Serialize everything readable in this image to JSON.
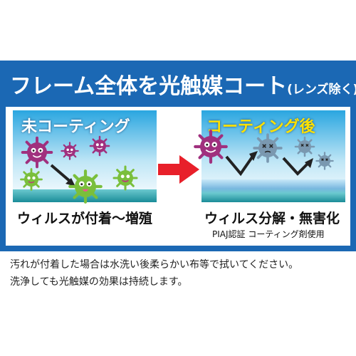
{
  "banner": {
    "title": "フレーム全体を光触媒コート",
    "note": "(レンズ除く)"
  },
  "left_panel": {
    "title": "未コーティング",
    "caption": "ウィルスが付着～増殖"
  },
  "right_panel": {
    "title": "コーティング後",
    "caption": "ウィルス分解・無害化",
    "note": "PIAJ認証 コーティング剤使用"
  },
  "description": [
    "汚れが付着した場合は水洗い後柔らかい布等で拭いてください。",
    "洗浄しても光触媒の効果は持続します。"
  ],
  "colors": {
    "banner_blue": "#1b68b4",
    "sky_blue": "#2aa6e0",
    "arrow_red": "#e8202a",
    "virus_pink": "#a0307e",
    "virus_green": "#7abf3c",
    "virus_gray": "#7a98b0",
    "title_yellow": "#ffe100"
  },
  "icons": [
    "virus-pink-icon",
    "virus-green-icon",
    "virus-gray-dead-icon",
    "red-arrow-icon",
    "black-arrow-icon"
  ]
}
